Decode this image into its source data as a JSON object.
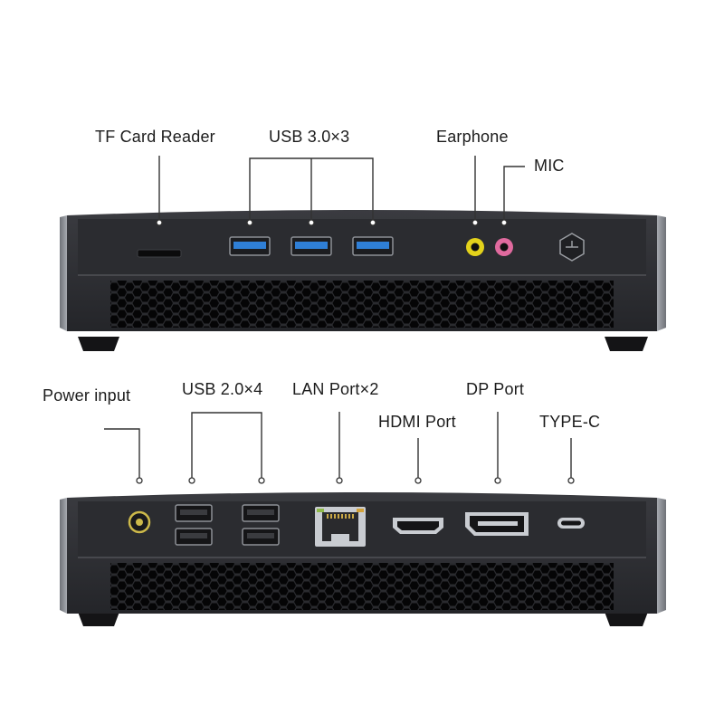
{
  "front_panel": {
    "labels": {
      "tf_card_reader": "TF Card Reader",
      "usb30": "USB 3.0×3",
      "earphone": "Earphone",
      "mic": "MIC"
    }
  },
  "rear_panel": {
    "labels": {
      "power_input": "Power input",
      "usb20": "USB 2.0×4",
      "lan": "LAN Port×2",
      "hdmi": "HDMI Port",
      "dp": "DP Port",
      "typec": "TYPE-C"
    }
  },
  "colors": {
    "chassis": "#2c2d31",
    "chassis_dark": "#1b1c1f",
    "side_metal": "#8d9096",
    "usb3_blue": "#2f7fd6",
    "earphone_yellow": "#e3d21b",
    "mic_pink": "#e06a9e",
    "port_silver": "#c9ccd1",
    "leader_line": "#333333"
  }
}
